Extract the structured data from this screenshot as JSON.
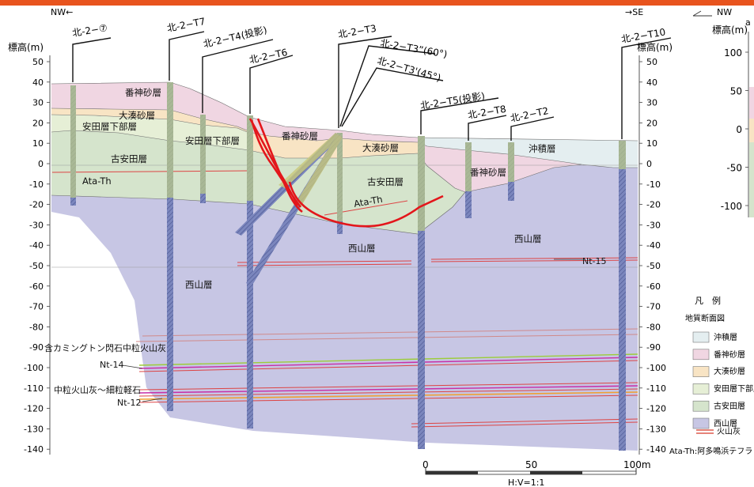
{
  "header": {
    "left_dir": "NW←",
    "right_dir": "→SE",
    "right_panel_dir": "NW",
    "right_panel_letter": "a"
  },
  "axis": {
    "left_title": "標高(m)",
    "right_title": "標高(m)",
    "right_panel_title": "標高(m)",
    "elevations": [
      50,
      40,
      30,
      20,
      10,
      0,
      -10,
      -20,
      -30,
      -40,
      -50,
      -60,
      -70,
      -80,
      -90,
      -100,
      -110,
      -120,
      -130,
      -140
    ],
    "right_panel_ticks": [
      100,
      50,
      0,
      -50,
      -100
    ]
  },
  "boreholes": [
    {
      "id": "b7",
      "label": "北-2−⑦"
    },
    {
      "id": "t7",
      "label": "北-2−T7"
    },
    {
      "id": "t4",
      "label": "北-2−T4(投影)"
    },
    {
      "id": "t6",
      "label": "北-2−T6"
    },
    {
      "id": "t3",
      "label": "北-2−T3"
    },
    {
      "id": "t3a",
      "label": "北-2−T3”(60°)"
    },
    {
      "id": "t3b",
      "label": "北-2−T3'(45°)"
    },
    {
      "id": "t5",
      "label": "北-2−T5(投影)"
    },
    {
      "id": "t8",
      "label": "北-2−T8"
    },
    {
      "id": "t2",
      "label": "北-2−T2"
    },
    {
      "id": "t10",
      "label": "北-2−T10"
    }
  ],
  "strata_labels": {
    "bansin_left": "番神砂層",
    "ominato_left": "大湊砂層",
    "yasuda_lower_left": "安田層下部層",
    "koyasuda_left": "古安田層",
    "ata_left": "Ata-Th",
    "yasuda_lower_mid": "安田層下部層",
    "bansin_mid": "番神砂層",
    "ominato_mid": "大湊砂層",
    "koyasuda_mid": "古安田層",
    "ata_mid": "Ata-Th",
    "nishiyama_mid": "西山層",
    "nishiyama_right": "西山層",
    "nishiyama_left": "西山層",
    "chuseki": "沖積層",
    "bansin_right": "番神砂層",
    "nt15": "Nt-15",
    "ash1": "含カミングトン閃石中粒火山灰",
    "nt14": "Nt-14",
    "ash2": "中粒火山灰～細粒軽石",
    "nt12": "Nt-12"
  },
  "scale": {
    "zero": "0",
    "fifty": "50",
    "hundred": "100m",
    "ratio": "H:V=1:1"
  },
  "legend": {
    "title": "凡　例",
    "subtitle": "地質断面図",
    "items": [
      {
        "label": "沖積層",
        "color": "#e4eef0"
      },
      {
        "label": "番神砂層",
        "color": "#f0d6e2"
      },
      {
        "label": "大湊砂層",
        "color": "#f8e4c4"
      },
      {
        "label": "安田層下部層",
        "color": "#e6efd6"
      },
      {
        "label": "古安田層",
        "color": "#d5e4cc"
      },
      {
        "label": "西山層",
        "color": "#c7c6e4"
      }
    ],
    "ash": "火山灰",
    "note": "Ata-Th:阿多鳴浜テフラ"
  },
  "colors": {
    "nishiyama": "#c7c6e4",
    "koyasuda": "#d5e4cc",
    "yasuda_lower": "#e6efd6",
    "ominato": "#f8e4c4",
    "bansin": "#f0d6e2",
    "chuseki": "#e4eef0",
    "fault": "#e3161b",
    "ash": "#d83a2a",
    "accent": "#e8541e"
  }
}
